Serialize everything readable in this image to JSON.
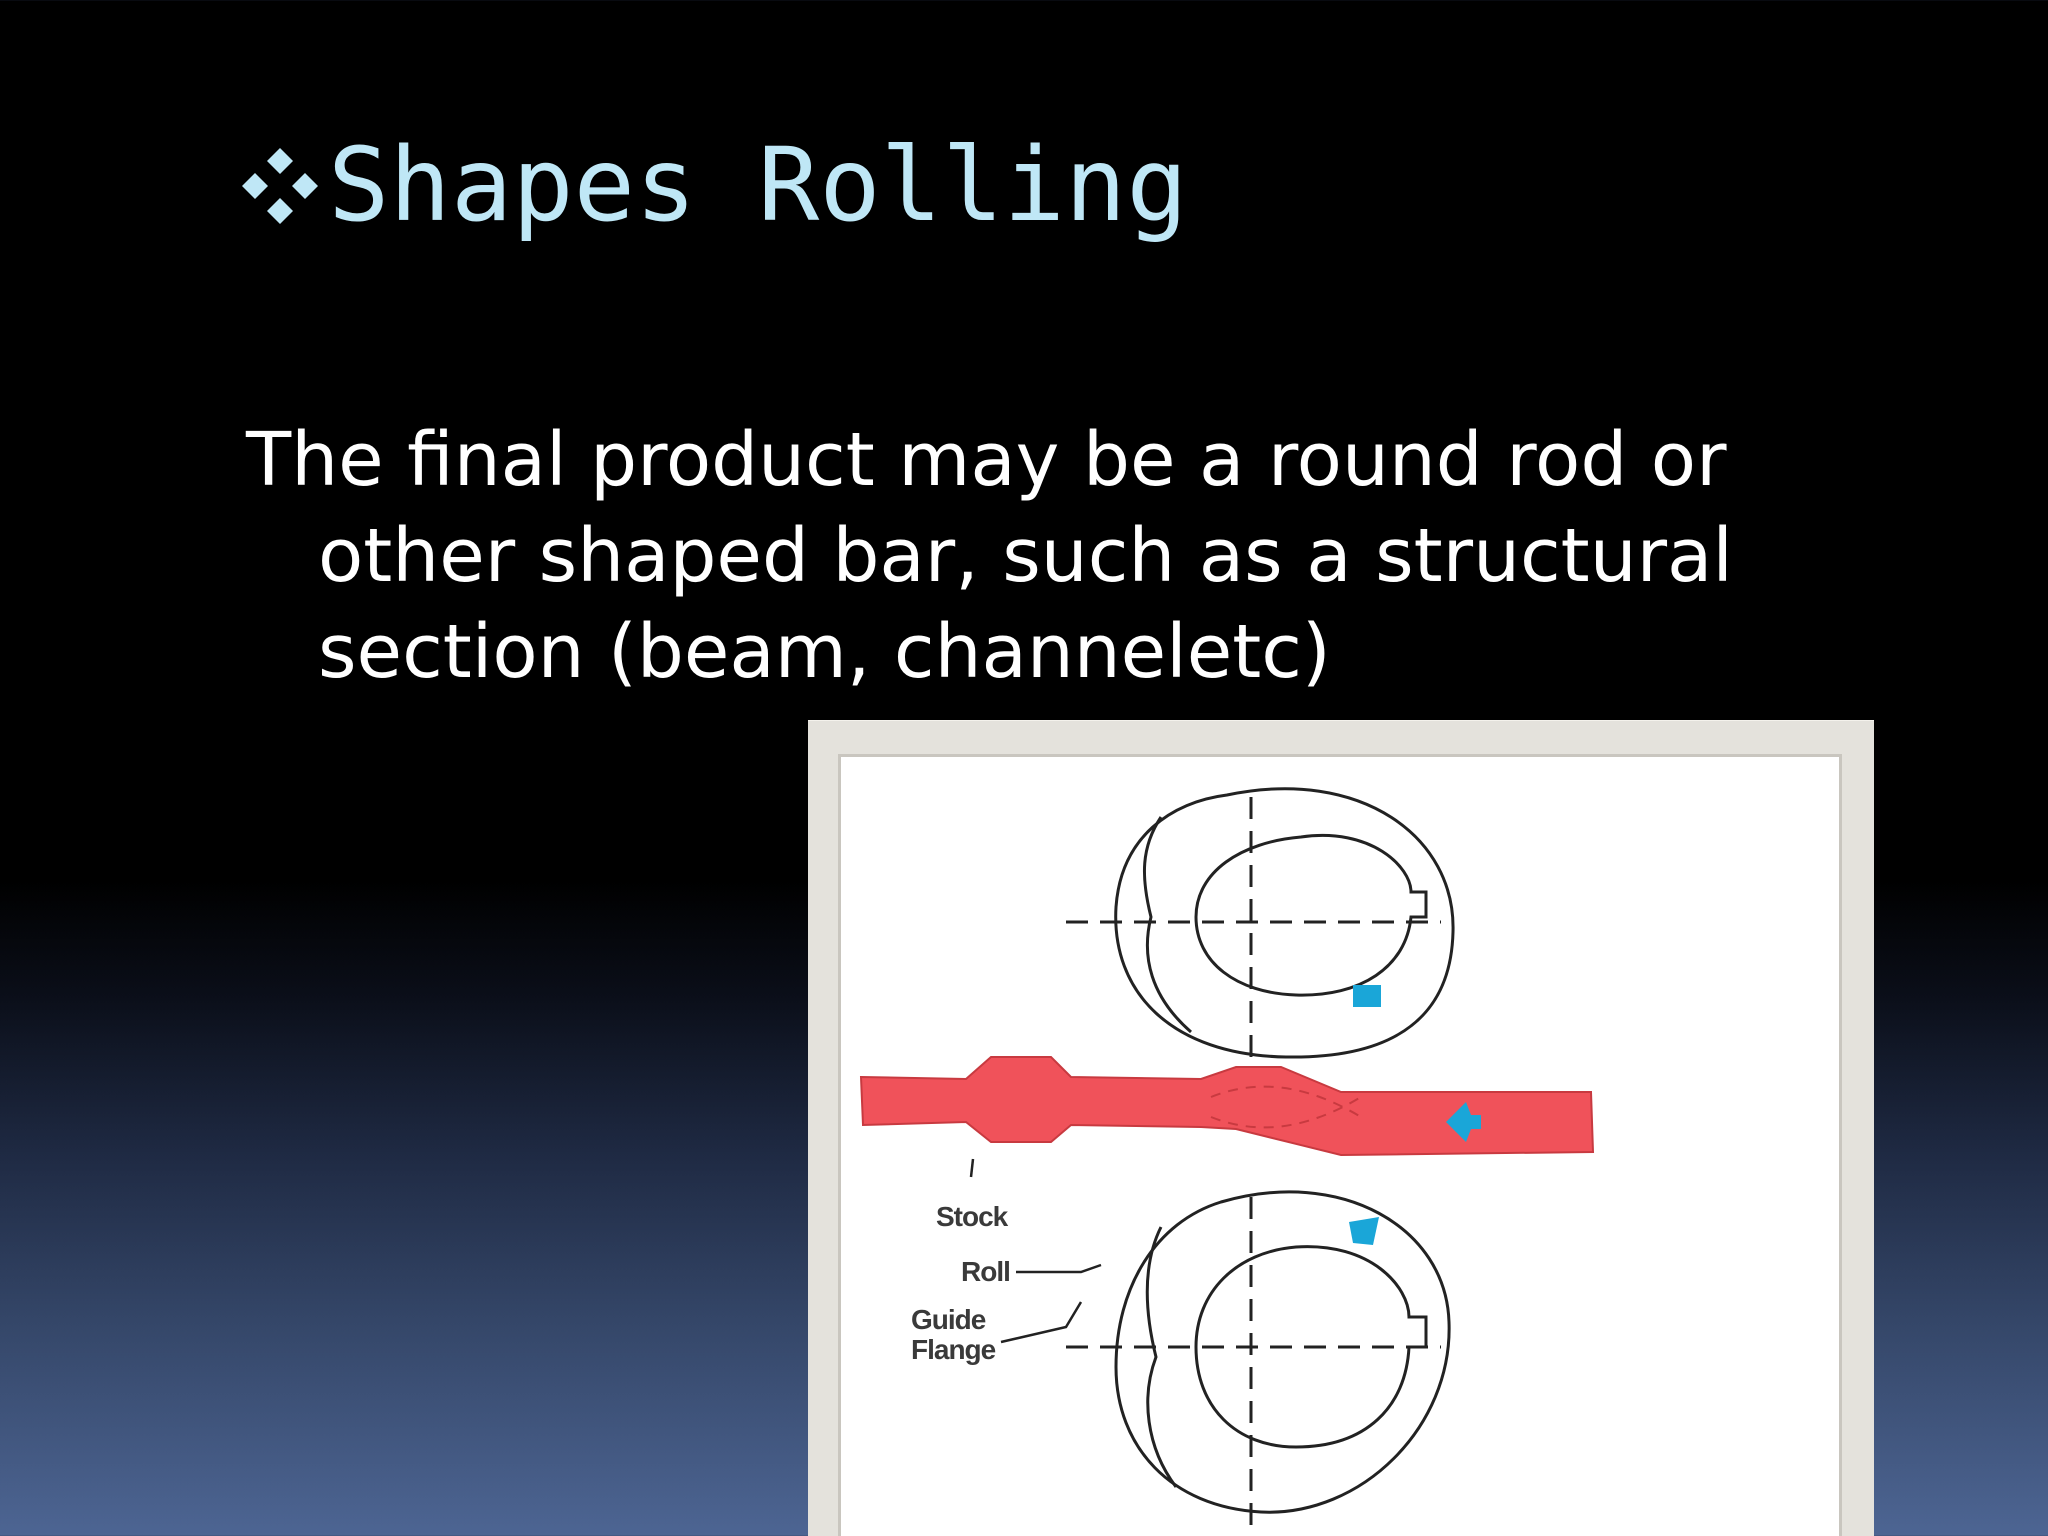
{
  "slide": {
    "title": "Shapes Rolling",
    "body": "The final product may be a round rod or other shaped bar, such as a structural section (beam, channeletc)",
    "title_bullet_icon": "four-diamond-bullet-icon",
    "colors": {
      "title": "#bfe7f6",
      "body": "#ffffff",
      "stock": "#f0525a",
      "arrow": "#1aa6d8"
    }
  },
  "diagram": {
    "labels": {
      "stock": "Stock",
      "roll": "Roll",
      "guide": "Guide Flange"
    }
  }
}
